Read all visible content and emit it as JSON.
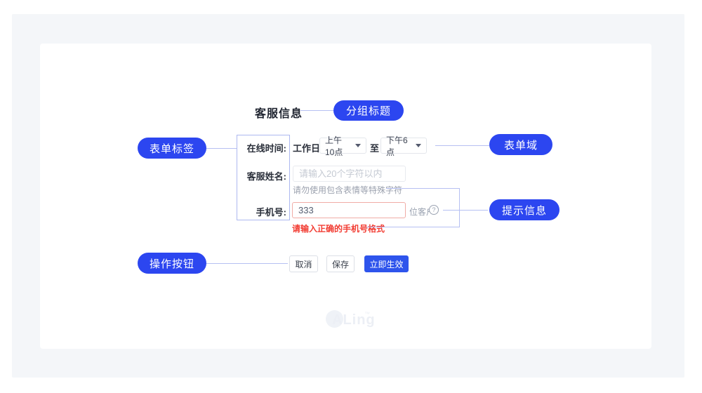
{
  "annotations": {
    "group_title": {
      "label": "分组标题"
    },
    "form_label": {
      "label": "表单标签"
    },
    "form_field": {
      "label": "表单域"
    },
    "hint_info": {
      "label": "提示信息"
    },
    "action_buttons": {
      "label": "操作按钮"
    }
  },
  "form": {
    "section_title": "客服信息",
    "online_time": {
      "label": "在线时间:",
      "prefix": "工作日",
      "start_value": "上午10点",
      "separator": "至",
      "end_value": "下午6点"
    },
    "service_name": {
      "label": "客服姓名:",
      "placeholder": "请输入20个字符以内",
      "helper": "请勿使用包含表情等特殊字符"
    },
    "phone": {
      "label": "手机号:",
      "value": "333",
      "suffix": "位客户",
      "help_icon": "?",
      "error": "请输入正确的手机号格式"
    },
    "actions": {
      "cancel": "取消",
      "save": "保存",
      "submit": "立即生效"
    }
  },
  "watermark": {
    "text": "ALing",
    "tm": "™"
  },
  "colors": {
    "annotation_blue": "#2c46f0",
    "primary_button_blue": "#2e54ec",
    "connector_line": "#b6c0f2",
    "label_box_border": "#adb8f0",
    "error_text_red": "#f23c32",
    "error_border_red": "#f0aca6",
    "panel_background": "#f4f6f9"
  }
}
